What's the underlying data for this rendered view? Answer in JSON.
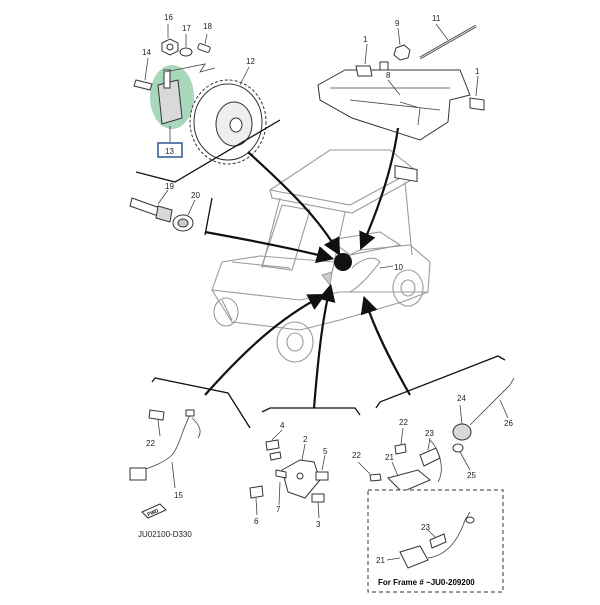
{
  "diagram": {
    "callouts": {
      "c16": "16",
      "c17": "17",
      "c18": "18",
      "c14": "14",
      "c12": "12",
      "c13": "13",
      "c9": "9",
      "c11": "11",
      "c1a": "1",
      "c8": "8",
      "c1b": "1",
      "c19": "19",
      "c20": "20",
      "c10": "10",
      "c22a": "22",
      "c15": "15",
      "c4": "4",
      "c2": "2",
      "c5": "5",
      "c6": "6",
      "c7": "7",
      "c3": "3",
      "c24": "24",
      "c26": "26",
      "c22b": "22",
      "c23a": "23",
      "c22c": "22",
      "c21a": "21",
      "c25": "25",
      "c23b": "23",
      "c21b": "21"
    },
    "fwd_label": "FWD",
    "diagram_code": "JU02100-D330",
    "frame_note": "For Frame # ~JU0-209200",
    "colors": {
      "highlight": "#9fd4b4",
      "callout_box": "#2f5597"
    }
  }
}
